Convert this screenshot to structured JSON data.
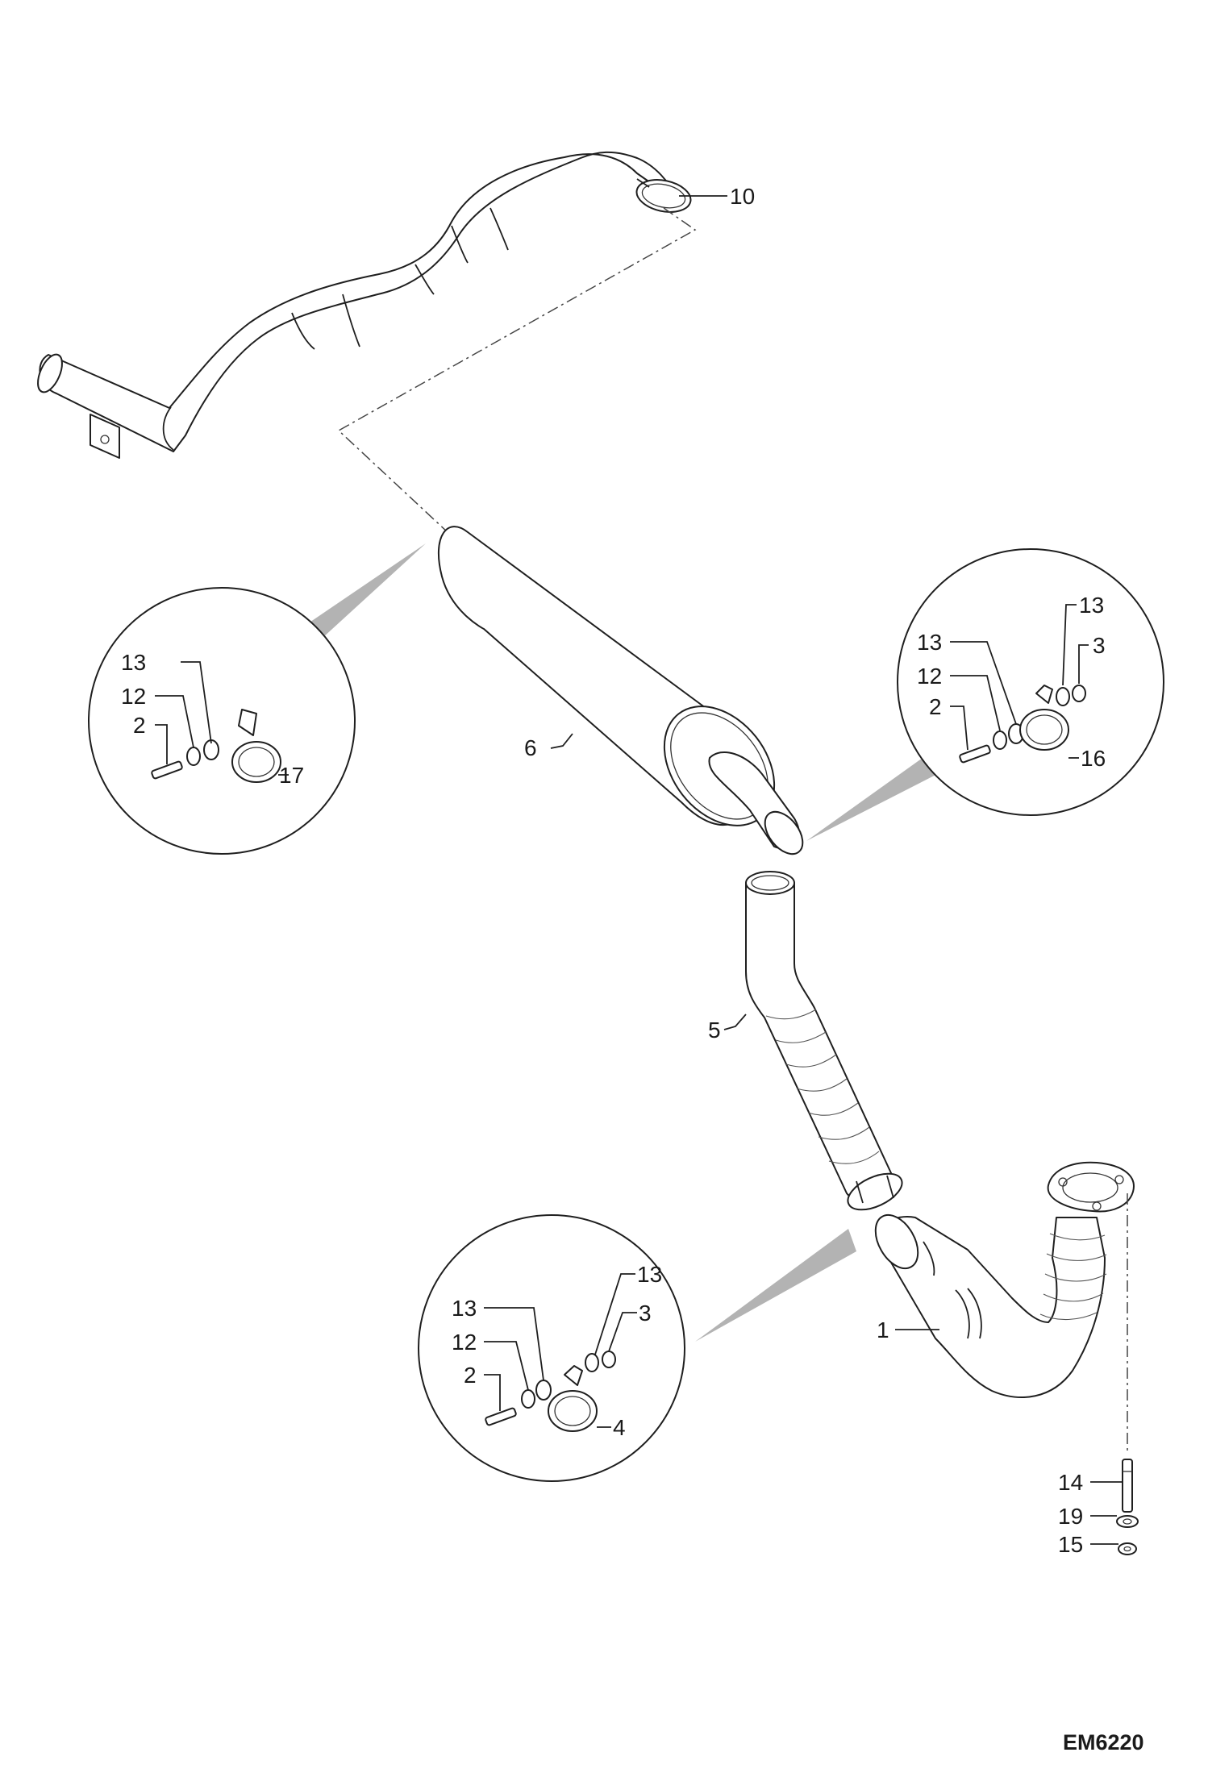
{
  "diagram_code": "EM6220",
  "callouts": {
    "p10": "10",
    "p6": "6",
    "p5": "5",
    "p1": "1",
    "d1_13": "13",
    "d1_12": "12",
    "d1_2": "2",
    "d1_17": "17",
    "d2_13a": "13",
    "d2_13b": "13",
    "d2_3": "3",
    "d2_12": "12",
    "d2_2": "2",
    "d2_16": "16",
    "d3_13a": "13",
    "d3_13b": "13",
    "d3_3": "3",
    "d3_12": "12",
    "d3_2": "2",
    "d3_4": "4",
    "p14": "14",
    "p19": "19",
    "p15": "15"
  }
}
